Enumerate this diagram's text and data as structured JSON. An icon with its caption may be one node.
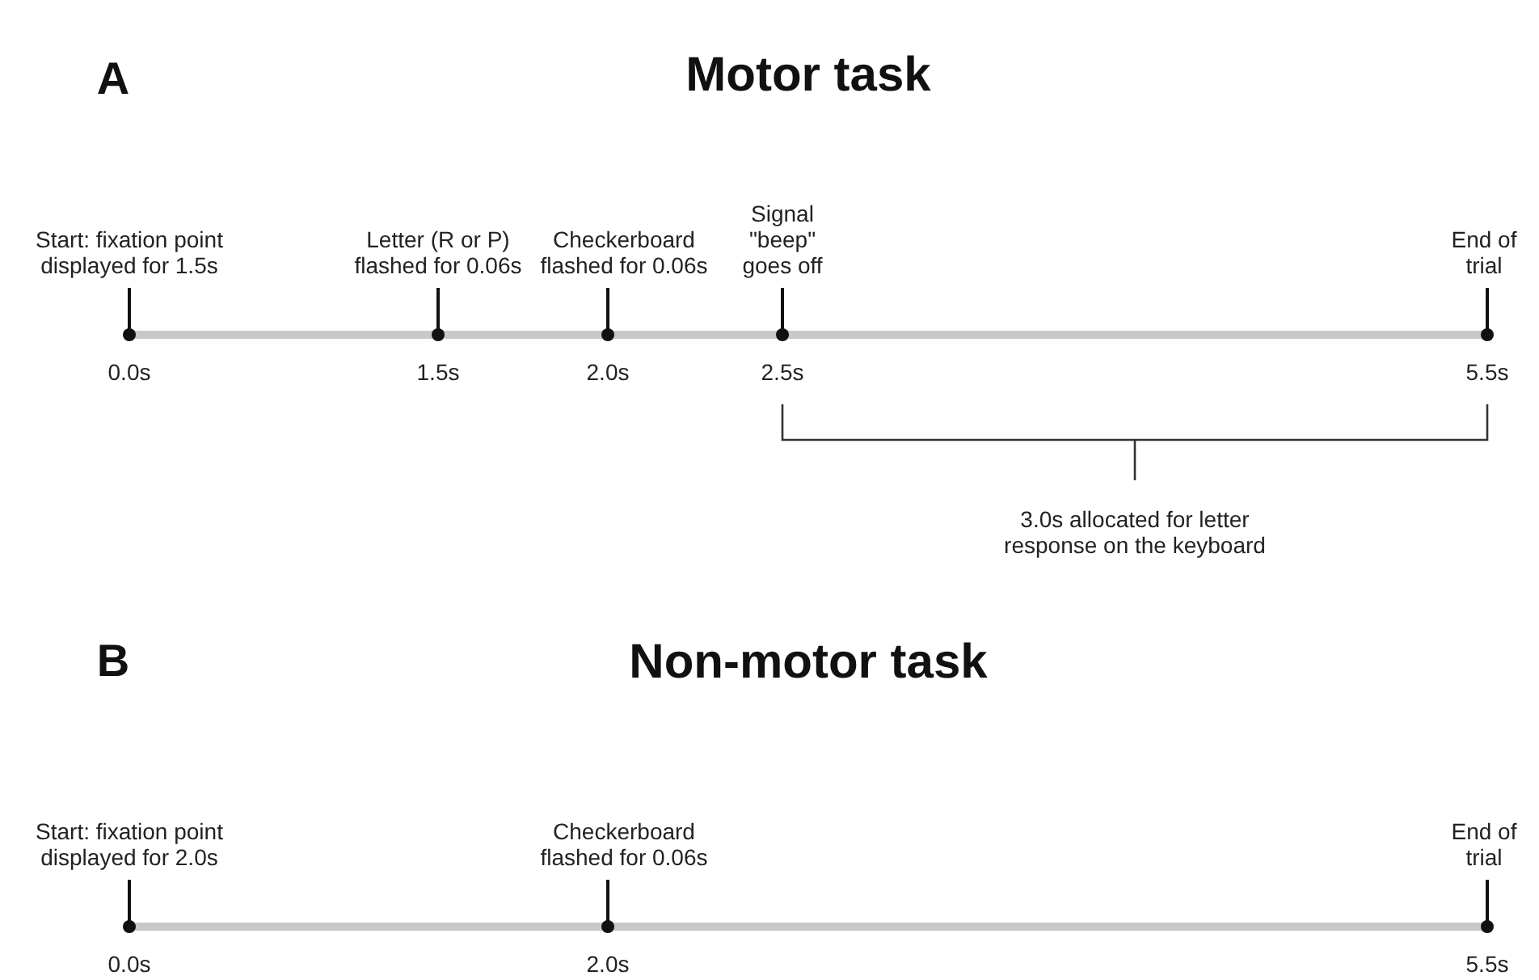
{
  "diagram": {
    "labels": [
      "A",
      "Motor task",
      "Start: fixation point displayed for 1.5s",
      "Letter (R or P) flashed for 0.06s",
      "Checkerboard flashed for 0.06s",
      "Signal \"beep\" goes off",
      "End of trial",
      "0.0s",
      "1.5s",
      "2.0s",
      "2.5s",
      "5.5s",
      "3.0s allocated for letter response on the keyboard",
      "B",
      "Non-motor task",
      "Start: fixation point displayed for 2.0s",
      "Checkerboard flashed for 0.06s",
      "End of trial",
      "0.0s",
      "2.0s",
      "5.5s"
    ]
  }
}
